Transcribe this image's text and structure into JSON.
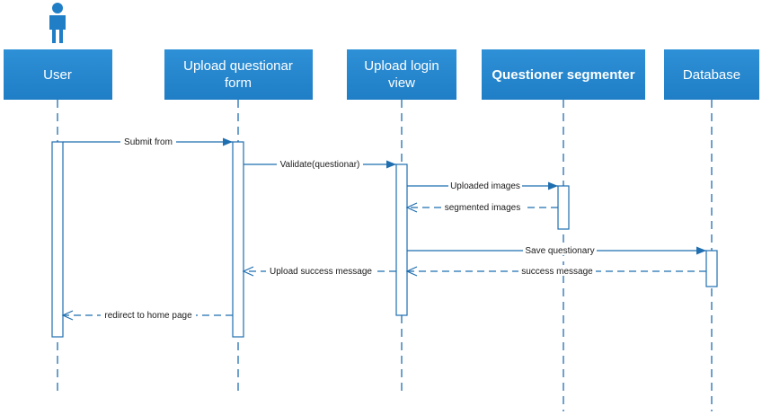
{
  "actor_icon": "person-icon",
  "colors": {
    "header_fill": "#1f7ec6",
    "header_fill_light": "#2e90d6",
    "line": "#1f6fb0",
    "actor": "#1f7ec6"
  },
  "participants": [
    {
      "id": "user",
      "lines": [
        "User"
      ]
    },
    {
      "id": "upload-questionar-form",
      "lines": [
        "Upload questionar",
        "form"
      ]
    },
    {
      "id": "upload-login-view",
      "lines": [
        "Upload login",
        "view"
      ]
    },
    {
      "id": "questioner-segmenter",
      "lines": [
        "Questioner segmenter"
      ]
    },
    {
      "id": "database",
      "lines": [
        "Database"
      ]
    }
  ],
  "messages": [
    {
      "id": "submit-from",
      "label": "Submit from",
      "from": "user",
      "to": "upload-questionar-form",
      "style": "solid"
    },
    {
      "id": "validate-questionar",
      "label": "Validate(questionar)",
      "from": "upload-questionar-form",
      "to": "upload-login-view",
      "style": "solid"
    },
    {
      "id": "uploaded-images",
      "label": "Uploaded images",
      "from": "upload-login-view",
      "to": "questioner-segmenter",
      "style": "solid"
    },
    {
      "id": "segmented-images",
      "label": "segmented images",
      "from": "questioner-segmenter",
      "to": "upload-login-view",
      "style": "dashed"
    },
    {
      "id": "save-questionary",
      "label": "Save questionary",
      "from": "upload-login-view",
      "to": "database",
      "style": "solid"
    },
    {
      "id": "success-message",
      "label": "success message",
      "from": "database",
      "to": "upload-login-view",
      "style": "dashed"
    },
    {
      "id": "upload-success-message",
      "label": "Upload success message",
      "from": "upload-login-view",
      "to": "upload-questionar-form",
      "style": "dashed"
    },
    {
      "id": "redirect-to-home-page",
      "label": "redirect to home page",
      "from": "upload-questionar-form",
      "to": "user",
      "style": "dashed"
    }
  ]
}
